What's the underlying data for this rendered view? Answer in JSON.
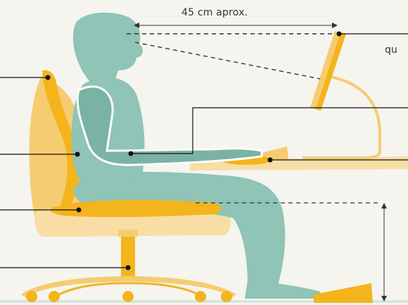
{
  "annotations": {
    "distance_label": "45 cm aprox.",
    "cut_off_label": "qu"
  },
  "colors": {
    "background": "#f5f4ef",
    "body": "#8fc4b6",
    "body_dark": "#7ab3a4",
    "chair": "#f3b41c",
    "chair_light": "#f6cc72",
    "chair_pale": "#f8dda4",
    "desk": "#f8dda4",
    "line": "#111111",
    "dash": "#333333"
  },
  "icons": [
    "ergonomic-posture-diagram",
    "office-chair-icon",
    "monitor-icon",
    "keyboard-icon",
    "footrest-icon"
  ]
}
